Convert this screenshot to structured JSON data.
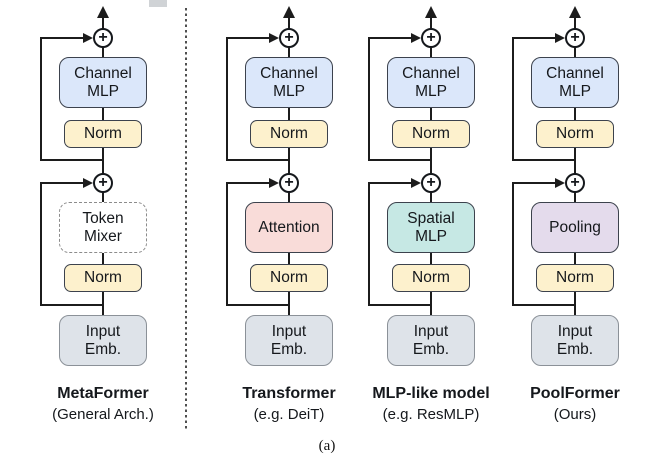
{
  "page": {
    "caption": "(a)"
  },
  "palette": {
    "channel_mlp_fill": "#dbe7fa",
    "norm_fill": "#fdf1cd",
    "input_fill": "#dee3e9",
    "line_color": "#1c1c1c"
  },
  "shared": {
    "add_symbol": "+",
    "channel_mlp": {
      "line1": "Channel",
      "line2": "MLP"
    },
    "norm": "Norm",
    "input_emb": {
      "line1": "Input",
      "line2": "Emb."
    }
  },
  "columns": [
    {
      "name": "MetaFormer",
      "subtitle": "(General Arch.)",
      "mixer": {
        "line1": "Token",
        "line2": "Mixer",
        "fill": "#ffffff",
        "border": "dashed"
      }
    },
    {
      "name": "Transformer",
      "subtitle": "(e.g. DeiT)",
      "mixer": {
        "line1": "Attention",
        "line2": "",
        "fill": "#f9dcd9",
        "border": "solid"
      }
    },
    {
      "name": "MLP-like model",
      "subtitle": "(e.g. ResMLP)",
      "mixer": {
        "line1": "Spatial",
        "line2": "MLP",
        "fill": "#c6e8e4",
        "border": "solid"
      }
    },
    {
      "name": "PoolFormer",
      "subtitle": "(Ours)",
      "mixer": {
        "line1": "Pooling",
        "line2": "",
        "fill": "#e4dbec",
        "border": "solid"
      }
    }
  ]
}
